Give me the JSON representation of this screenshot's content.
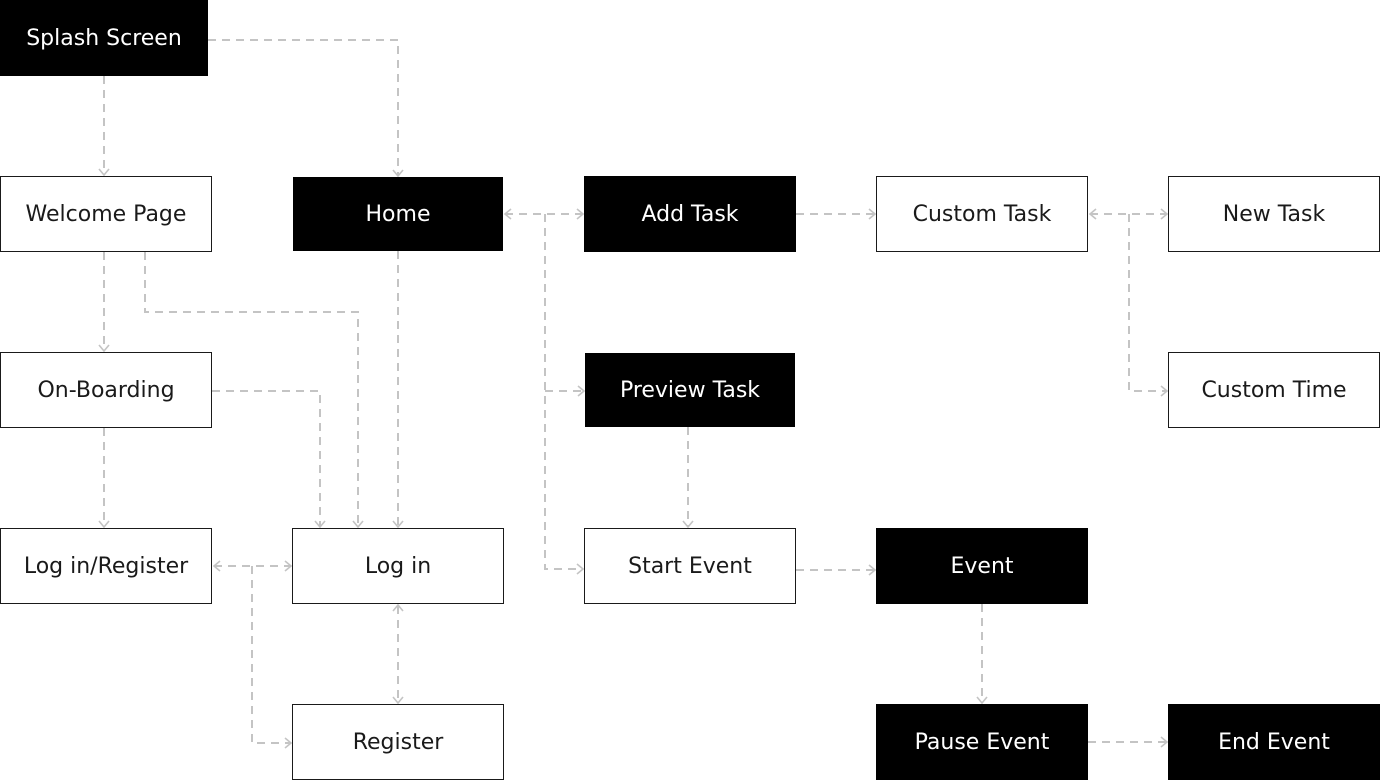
{
  "nodes": {
    "splash_screen": "Splash Screen",
    "welcome_page": "Welcome Page",
    "home": "Home",
    "add_task": "Add Task",
    "custom_task": "Custom Task",
    "new_task": "New Task",
    "on_boarding": "On-Boarding",
    "preview_task": "Preview Task",
    "custom_time": "Custom Time",
    "log_in_register": "Log in/Register",
    "log_in": "Log in",
    "start_event": "Start Event",
    "event": "Event",
    "register": "Register",
    "pause_event": "Pause Event",
    "end_event": "End Event"
  },
  "styles": {
    "dark_fill": "#000000",
    "light_fill": "#ffffff",
    "connector_color": "#c4c4c4"
  }
}
